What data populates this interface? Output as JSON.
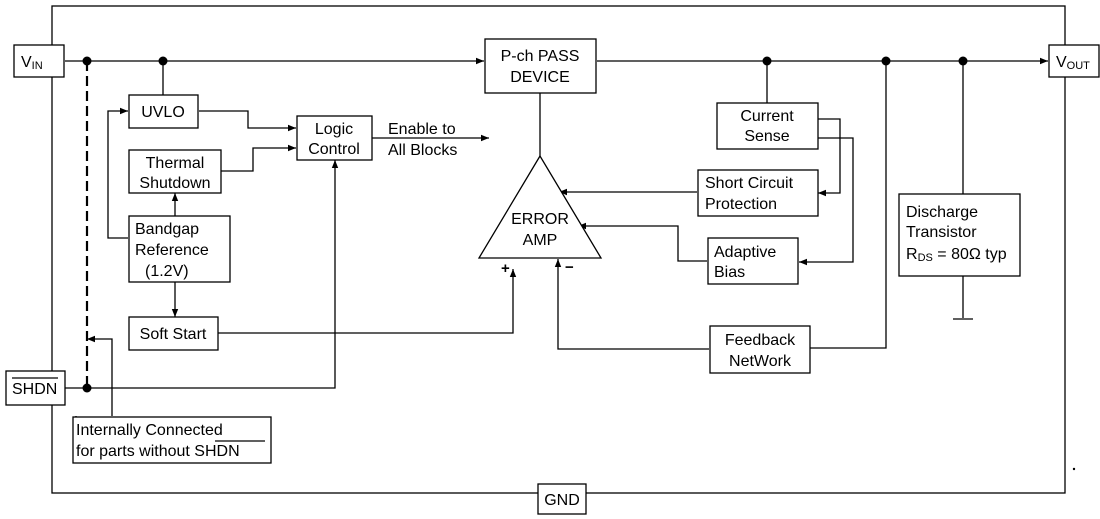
{
  "pins": {
    "vin": {
      "main": "V",
      "sub": "IN"
    },
    "vout": {
      "main": "V",
      "sub": "OUT"
    },
    "shdn": "SHDN",
    "gnd": "GND"
  },
  "blocks": {
    "pass_device": [
      "P-ch PASS",
      "DEVICE"
    ],
    "uvlo": "UVLO",
    "logic_control": [
      "Logic",
      "Control"
    ],
    "enable_note": [
      "Enable to",
      "All Blocks"
    ],
    "thermal_shutdown": [
      "Thermal",
      "Shutdown"
    ],
    "bandgap": [
      "Bandgap",
      "Reference",
      "(1.2V)"
    ],
    "soft_start": "Soft Start",
    "current_sense": [
      "Current",
      "Sense"
    ],
    "short_circuit": [
      "Short Circuit",
      "Protection"
    ],
    "error_amp": [
      "ERROR",
      "AMP"
    ],
    "error_amp_plus": "+",
    "error_amp_minus": "−",
    "adaptive_bias": [
      "Adaptive",
      "Bias"
    ],
    "feedback_network": [
      "Feedback",
      "NetWork"
    ],
    "discharge": {
      "line1": "Discharge",
      "line2": "Transistor",
      "r_main": "R",
      "r_sub": "DS",
      "r_value": " = 80Ω typ"
    },
    "internal_note": {
      "line1": "Internally Connected",
      "line2_prefix": "for parts without ",
      "line2_overbar": "SHDN"
    }
  }
}
